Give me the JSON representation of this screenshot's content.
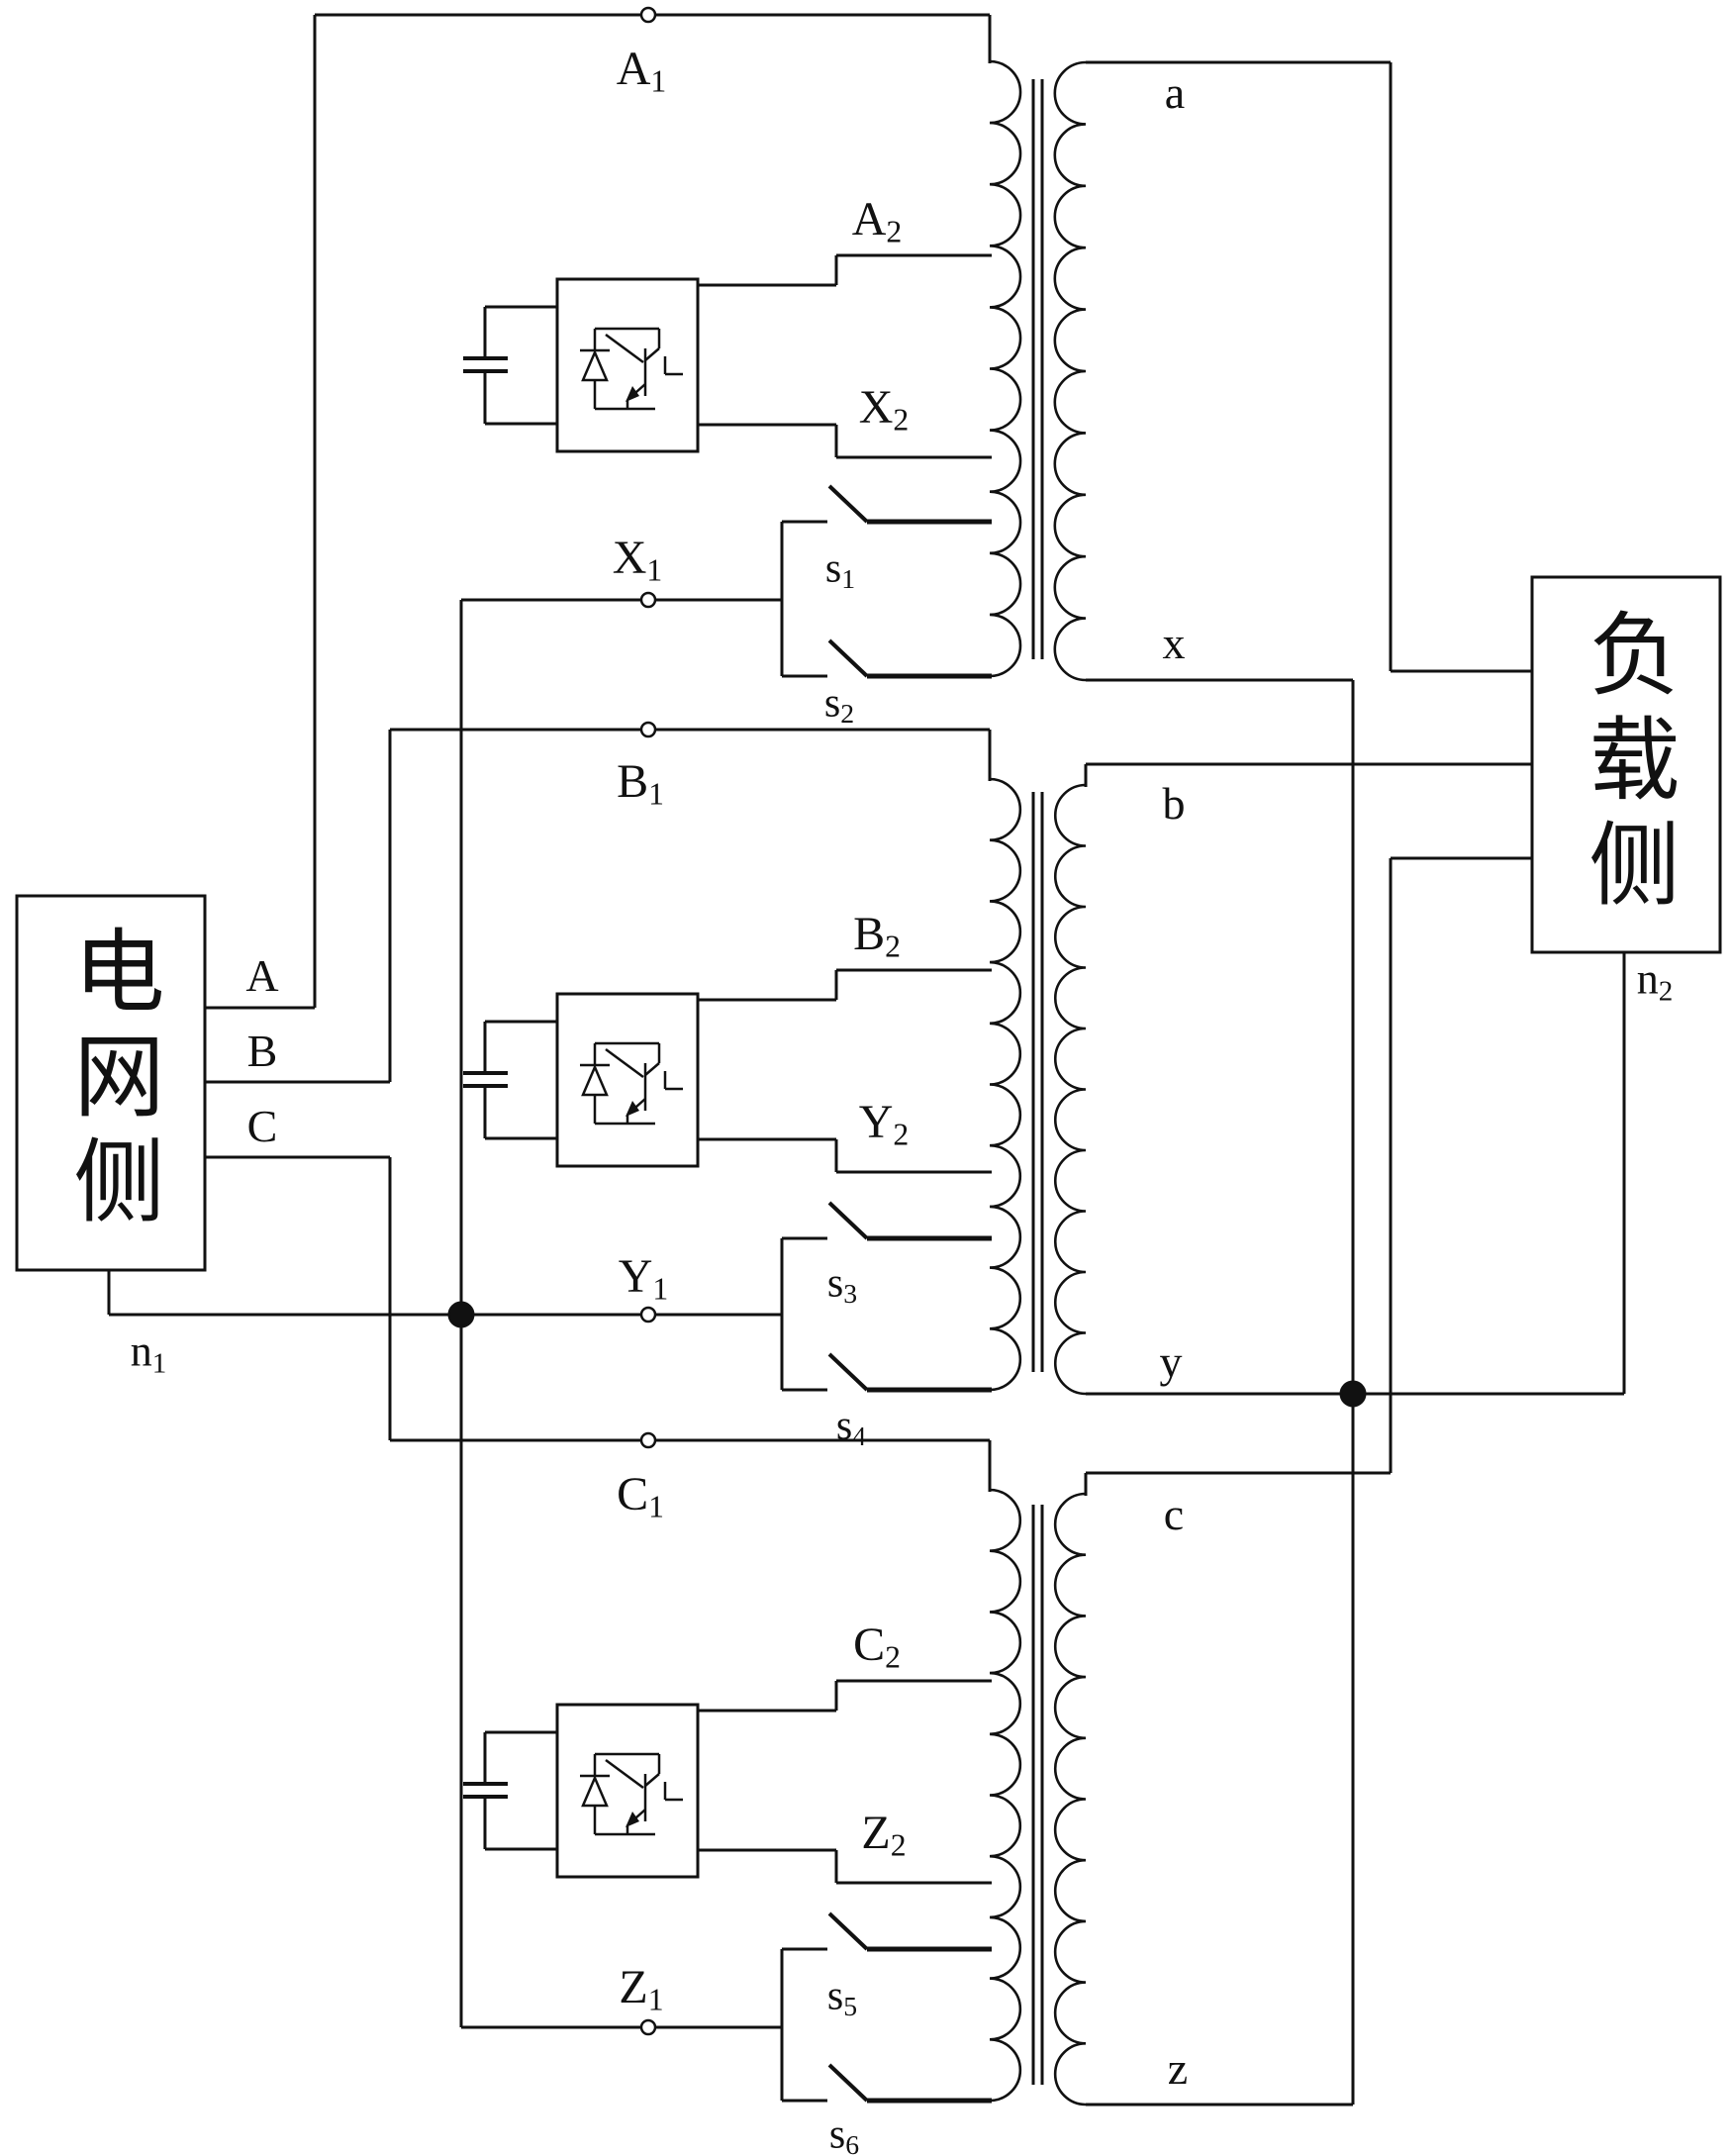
{
  "colors": {
    "ink": "#111111",
    "background": "#ffffff"
  },
  "boxes": {
    "grid": "电网侧",
    "load": "负载侧"
  },
  "labels": {
    "A1": {
      "main": "A",
      "sub": "1"
    },
    "A2": {
      "main": "A",
      "sub": "2"
    },
    "X1": {
      "main": "X",
      "sub": "1"
    },
    "X2": {
      "main": "X",
      "sub": "2"
    },
    "B1": {
      "main": "B",
      "sub": "1"
    },
    "B2": {
      "main": "B",
      "sub": "2"
    },
    "Y1": {
      "main": "Y",
      "sub": "1"
    },
    "Y2": {
      "main": "Y",
      "sub": "2"
    },
    "C1": {
      "main": "C",
      "sub": "1"
    },
    "C2": {
      "main": "C",
      "sub": "2"
    },
    "Z1": {
      "main": "Z",
      "sub": "1"
    },
    "Z2": {
      "main": "Z",
      "sub": "2"
    },
    "s1": {
      "main": "s",
      "sub": "1"
    },
    "s2": {
      "main": "s",
      "sub": "2"
    },
    "s3": {
      "main": "s",
      "sub": "3"
    },
    "s4": {
      "main": "s",
      "sub": "4"
    },
    "s5": {
      "main": "s",
      "sub": "5"
    },
    "s6": {
      "main": "s",
      "sub": "6"
    },
    "phaseA": {
      "main": "A"
    },
    "phaseB": {
      "main": "B"
    },
    "phaseC": {
      "main": "C"
    },
    "n1": {
      "main": "n",
      "sub": "1"
    },
    "n2": {
      "main": "n",
      "sub": "2"
    },
    "a": {
      "main": "a"
    },
    "x": {
      "main": "x"
    },
    "b": {
      "main": "b"
    },
    "y": {
      "main": "y"
    },
    "c": {
      "main": "c"
    },
    "z": {
      "main": "z"
    }
  }
}
